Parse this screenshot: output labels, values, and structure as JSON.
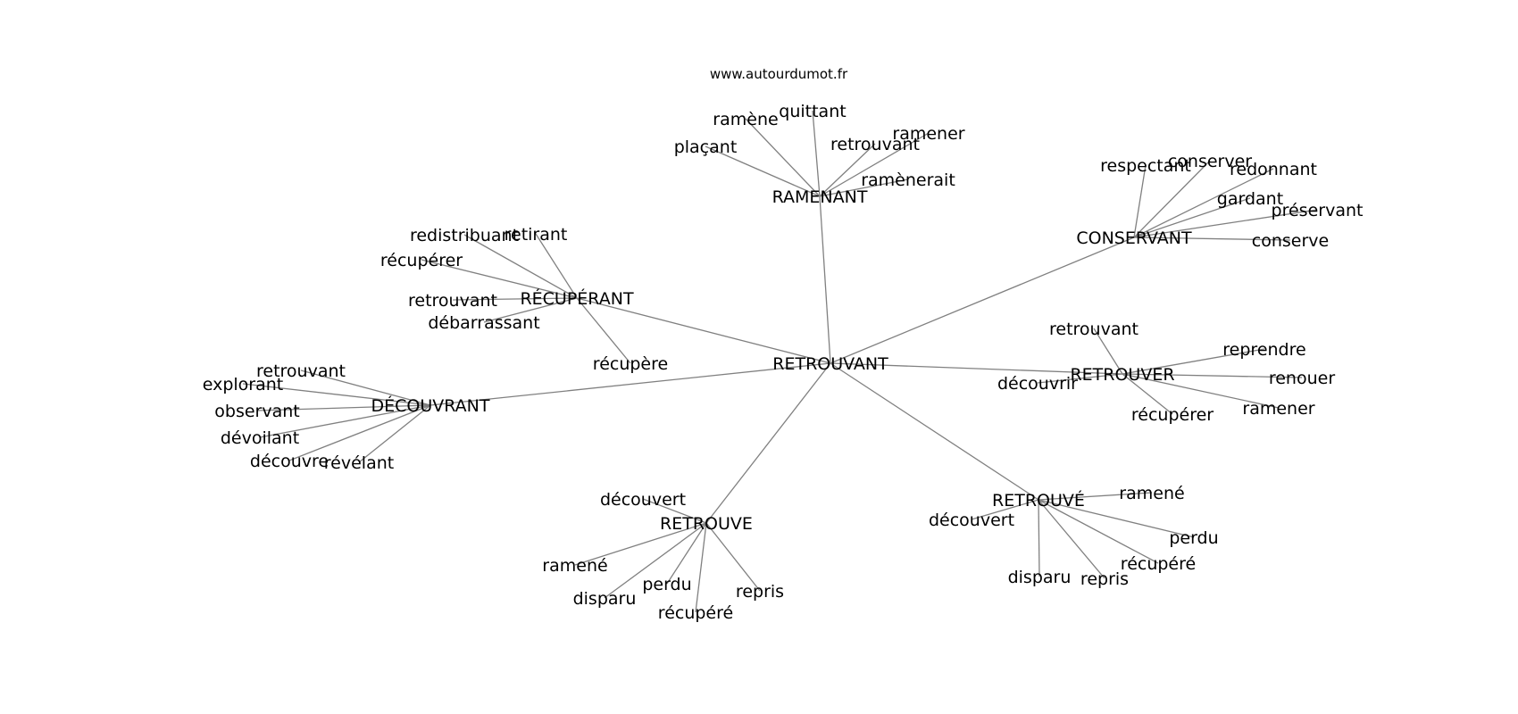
{
  "site_label": "www.autourdumot.fr",
  "edge_color": "#808080",
  "text_color": "#000000",
  "center": "RETROUVANT",
  "hubs": [
    {
      "label": "RAMENANT",
      "words": [
        "ramène",
        "quittant",
        "plaçant",
        "retrouvant",
        "ramener",
        "ramènerait"
      ]
    },
    {
      "label": "CONSERVANT",
      "words": [
        "respectant",
        "conserver",
        "redonnant",
        "gardant",
        "préservant",
        "conserve"
      ]
    },
    {
      "label": "RÉCUPÉRANT",
      "words": [
        "redistribuant",
        "retirant",
        "récupérer",
        "retrouvant",
        "débarrassant",
        "récupère"
      ]
    },
    {
      "label": "RETROUVER",
      "words": [
        "retrouvant",
        "reprendre",
        "renouer",
        "découvrir",
        "récupérer",
        "ramener"
      ]
    },
    {
      "label": "DÉCOUVRANT",
      "words": [
        "retrouvant",
        "explorant",
        "observant",
        "dévoilant",
        "découvre",
        "révélant"
      ]
    },
    {
      "label": "RETROUVÉ",
      "words": [
        "ramené",
        "découvert",
        "perdu",
        "récupéré",
        "disparu",
        "repris"
      ]
    },
    {
      "label": "RETROUVE",
      "words": [
        "découvert",
        "ramené",
        "perdu",
        "disparu",
        "repris",
        "récupéré"
      ]
    }
  ]
}
